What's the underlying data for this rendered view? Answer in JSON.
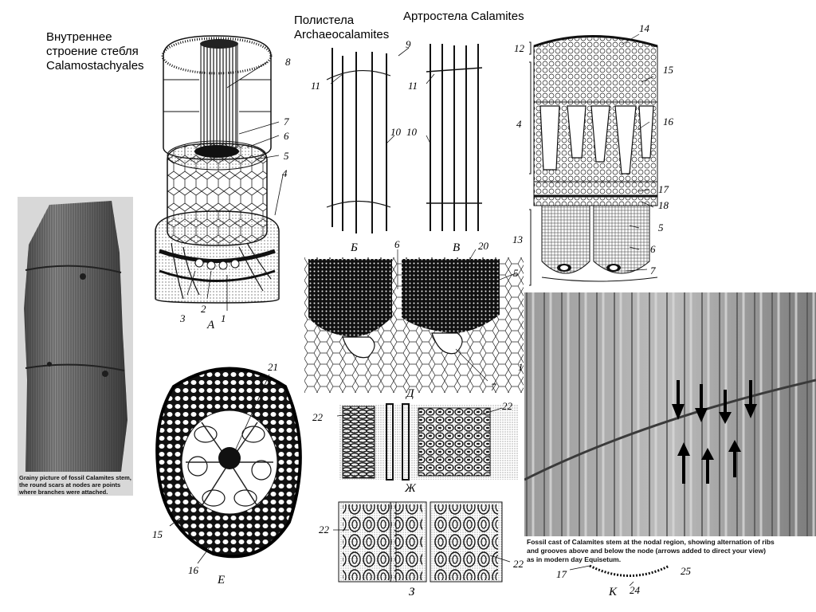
{
  "captions": {
    "calamostachyales": [
      "Внутреннее",
      "строение стебля",
      "Calamostachyales"
    ],
    "polystele": [
      "Полистела",
      "Archaeocalamites"
    ],
    "arthrostele": "Артростела Calamites"
  },
  "photo_left_caption": [
    "Grainy picture of fossil Calamites stem,",
    "the round scars at nodes are points",
    "where branches were attached."
  ],
  "photo_right_caption": [
    "Fossil cast of Calamites stem at the nodal region, showing alternation of ribs",
    "and grooves above and  below the node (arrows added to direct your view)",
    "as in modern day Equisetum."
  ],
  "figure_letters": {
    "A": "А",
    "B": "Б",
    "V": "В",
    "D": "Д",
    "E": "Е",
    "Zh": "Ж",
    "Z": "З",
    "K": "К"
  },
  "labels_A": [
    "8",
    "7",
    "6",
    "5",
    "4",
    "3",
    "2",
    "1"
  ],
  "labels_BV": [
    "9",
    "11",
    "10",
    "11",
    "10"
  ],
  "labels_right": [
    "12",
    "14",
    "15",
    "4",
    "16",
    "17",
    "18",
    "5",
    "13",
    "6",
    "7"
  ],
  "labels_D": [
    "6",
    "20",
    "5",
    "7",
    "1"
  ],
  "labels_E": [
    "21",
    "15",
    "16"
  ],
  "labels_Zh": [
    "22",
    "22"
  ],
  "labels_Z": [
    "22",
    "22"
  ],
  "labels_K": [
    "17",
    "24",
    "25"
  ]
}
